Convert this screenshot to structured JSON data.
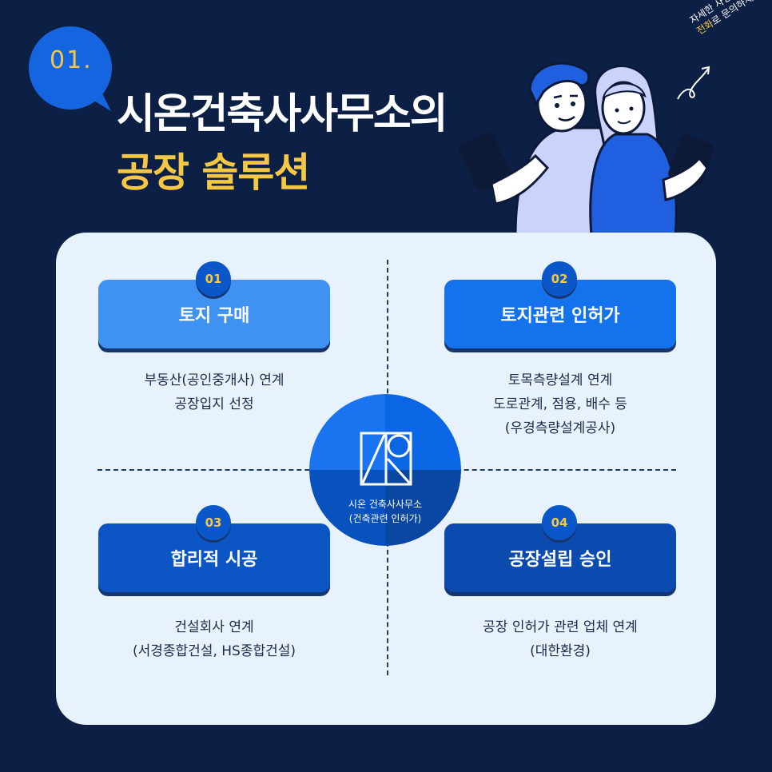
{
  "header": {
    "number": "01.",
    "title_line1": "시온건축사사무소의",
    "title_line2": "공장 솔루션",
    "note_line1": "자세한 사항은",
    "note_highlight": "전화",
    "note_line2_rest": "로 문의하세요"
  },
  "colors": {
    "background": "#0c2045",
    "panel": "#e8f2fd",
    "accent_yellow": "#f6c744",
    "card_01": "#3f92f2",
    "card_02": "#1472ec",
    "card_03": "#0b55c4",
    "card_04": "#0b4aae"
  },
  "steps": [
    {
      "badge": "01",
      "title": "토지 구매",
      "desc": [
        "부동산(공인중개사) 연계",
        "공장입지 선정"
      ]
    },
    {
      "badge": "02",
      "title": "토지관련 인허가",
      "desc": [
        "토목측량설계 연계",
        "도로관계, 점용, 배수 등",
        "(우경측량설계공사)"
      ]
    },
    {
      "badge": "03",
      "title": "합리적 시공",
      "desc": [
        "건설회사 연계",
        "(서경종합건설, HS종합건설)"
      ]
    },
    {
      "badge": "04",
      "title": "공장설립 승인",
      "desc": [
        "공장 인허가 관련 업체 연계",
        "(대한환경)"
      ]
    }
  ],
  "center": {
    "line1": "시온 건축사사무소",
    "line2": "(건축관련 인허가)"
  },
  "icons": [
    "speech-bubble",
    "curved-arrow-icon",
    "people-with-tablets-illustration",
    "company-logo"
  ]
}
